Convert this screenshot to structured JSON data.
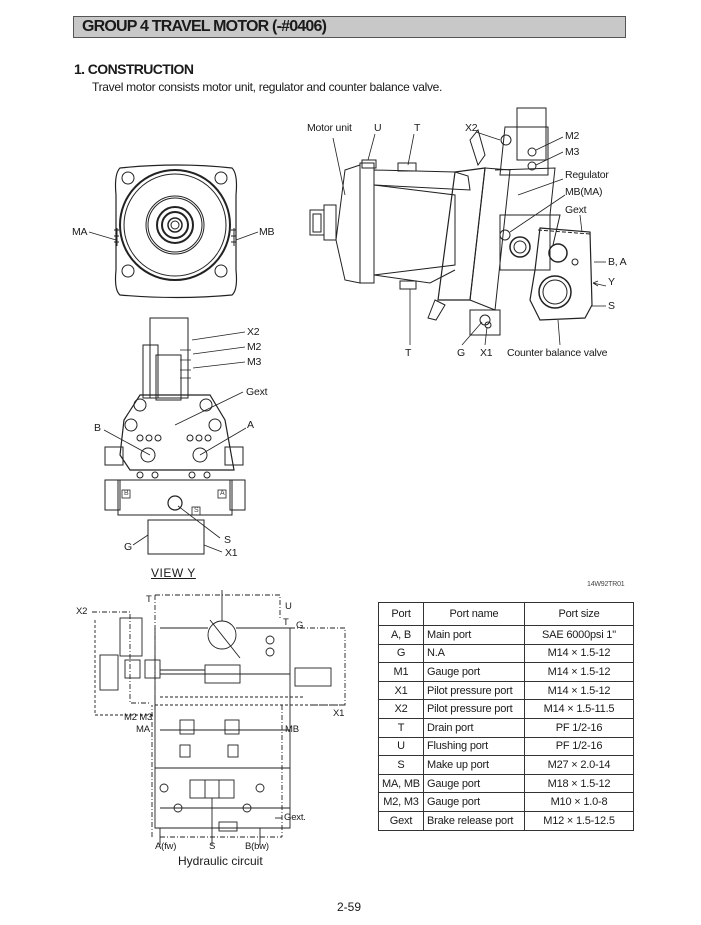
{
  "header": {
    "group_title": "GROUP  4  TRAVEL MOTOR (-#0406)"
  },
  "section": {
    "title": "1. CONSTRUCTION",
    "description": "Travel motor consists motor unit, regulator and counter balance valve."
  },
  "front_view": {
    "labels": {
      "ma": "MA",
      "mb": "MB"
    }
  },
  "side_view": {
    "labels": {
      "motor_unit": "Motor unit",
      "u": "U",
      "t_top": "T",
      "x2": "X2",
      "m2": "M2",
      "m3": "M3",
      "regulator": "Regulator",
      "mb_ma": "MB(MA)",
      "gext": "Gext",
      "b_a": "B, A",
      "y": "Y",
      "s": "S",
      "t_bottom": "T",
      "g": "G",
      "x1": "X1",
      "counter_balance_valve": "Counter balance valve"
    }
  },
  "view_y": {
    "caption": "VIEW  Y",
    "labels": {
      "x2": "X2",
      "m2": "M2",
      "m3": "M3",
      "gext": "Gext",
      "b": "B",
      "a": "A",
      "s": "S",
      "g": "G",
      "x1": "X1",
      "b_box": "B",
      "a_box": "A",
      "s_box": "S"
    }
  },
  "figure_code": "14W92TR01",
  "hydraulic_circuit": {
    "caption": "Hydraulic circuit",
    "labels": {
      "x2": "X2",
      "t_left": "T",
      "u": "U",
      "t_right": "T",
      "g": "G",
      "x1": "X1",
      "m2_m3": "M2 M3",
      "ma": "MA",
      "mb": "MB",
      "gext": "Gext.",
      "a_fw": "A(fw)",
      "s": "S",
      "b_bw": "B(bw)"
    }
  },
  "port_table": {
    "headers": [
      "Port",
      "Port name",
      "Port size"
    ],
    "rows": [
      [
        "A, B",
        "Main port",
        "SAE 6000psi 1\""
      ],
      [
        "G",
        "N.A",
        "M14 × 1.5-12"
      ],
      [
        "M1",
        "Gauge port",
        "M14 × 1.5-12"
      ],
      [
        "X1",
        "Pilot pressure port",
        "M14 × 1.5-12"
      ],
      [
        "X2",
        "Pilot pressure port",
        "M14 × 1.5-11.5"
      ],
      [
        "T",
        "Drain port",
        "PF 1/2-16"
      ],
      [
        "U",
        "Flushing port",
        "PF 1/2-16"
      ],
      [
        "S",
        "Make up port",
        "M27 × 2.0-14"
      ],
      [
        "MA, MB",
        "Gauge port",
        "M18 × 1.5-12"
      ],
      [
        "M2, M3",
        "Gauge port",
        "M10 × 1.0-8"
      ],
      [
        "Gext",
        "Brake release port",
        "M12 × 1.5-12.5"
      ]
    ]
  },
  "footer": {
    "page_number": "2-59"
  }
}
